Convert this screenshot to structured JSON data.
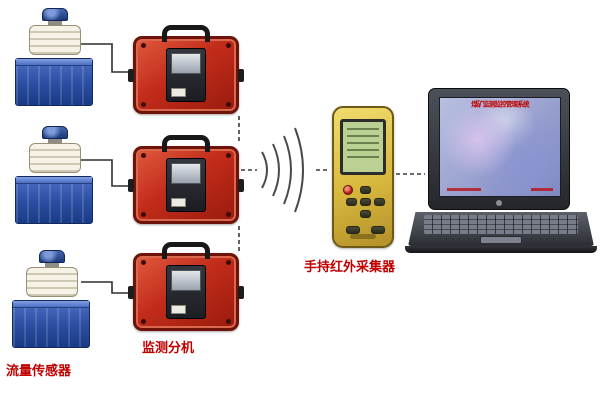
{
  "diagram": {
    "labels": {
      "flow_sensor": "流量传感器",
      "monitor_unit": "监测分机",
      "handheld_collector": "手持红外采集器"
    },
    "laptop": {
      "screen_title": "煤矿监测监控管理系统"
    },
    "colors": {
      "label_red": "#c00000",
      "monitor_box_red": "#c22c1a",
      "tank_blue": "#2a4da0",
      "handheld_yellow": "#d8b93e",
      "lcd_green": "#bad193",
      "laptop_screen_blue": "#7d85c0"
    }
  }
}
